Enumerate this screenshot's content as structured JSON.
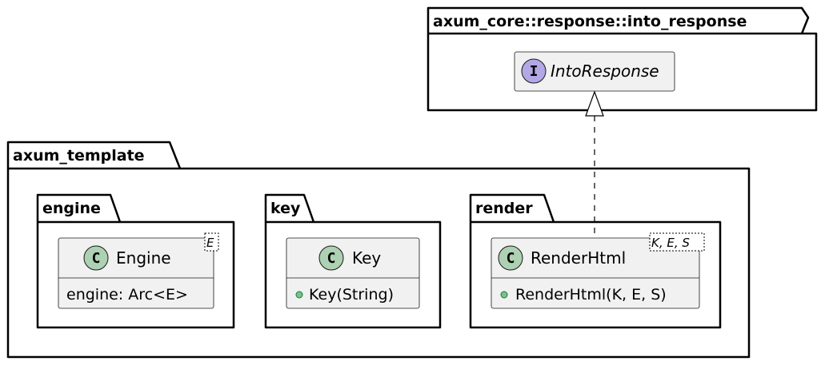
{
  "packages": {
    "axum_core": {
      "title": "axum_core::response::into_response"
    },
    "axum_template": {
      "title": "axum_template"
    },
    "engine": {
      "title": "engine"
    },
    "key": {
      "title": "key"
    },
    "render": {
      "title": "render"
    }
  },
  "classes": {
    "into_response": {
      "stereotype_letter": "I",
      "name": "IntoResponse",
      "kind": "interface"
    },
    "engine": {
      "stereotype_letter": "C",
      "name": "Engine",
      "generic": "E",
      "members": [
        "engine: Arc<E>"
      ]
    },
    "key": {
      "stereotype_letter": "C",
      "name": "Key",
      "members": [
        "Key(String)"
      ]
    },
    "render_html": {
      "stereotype_letter": "C",
      "name": "RenderHtml",
      "generic": "K, E, S",
      "members": [
        "RenderHtml(K, E, S)"
      ]
    }
  },
  "colors": {
    "class_fill": "#f1f1f1",
    "class_spot": "#add1b2",
    "interface_spot": "#b4a7e5",
    "public_method": "#84be84",
    "public_method_stroke": "#038048"
  }
}
